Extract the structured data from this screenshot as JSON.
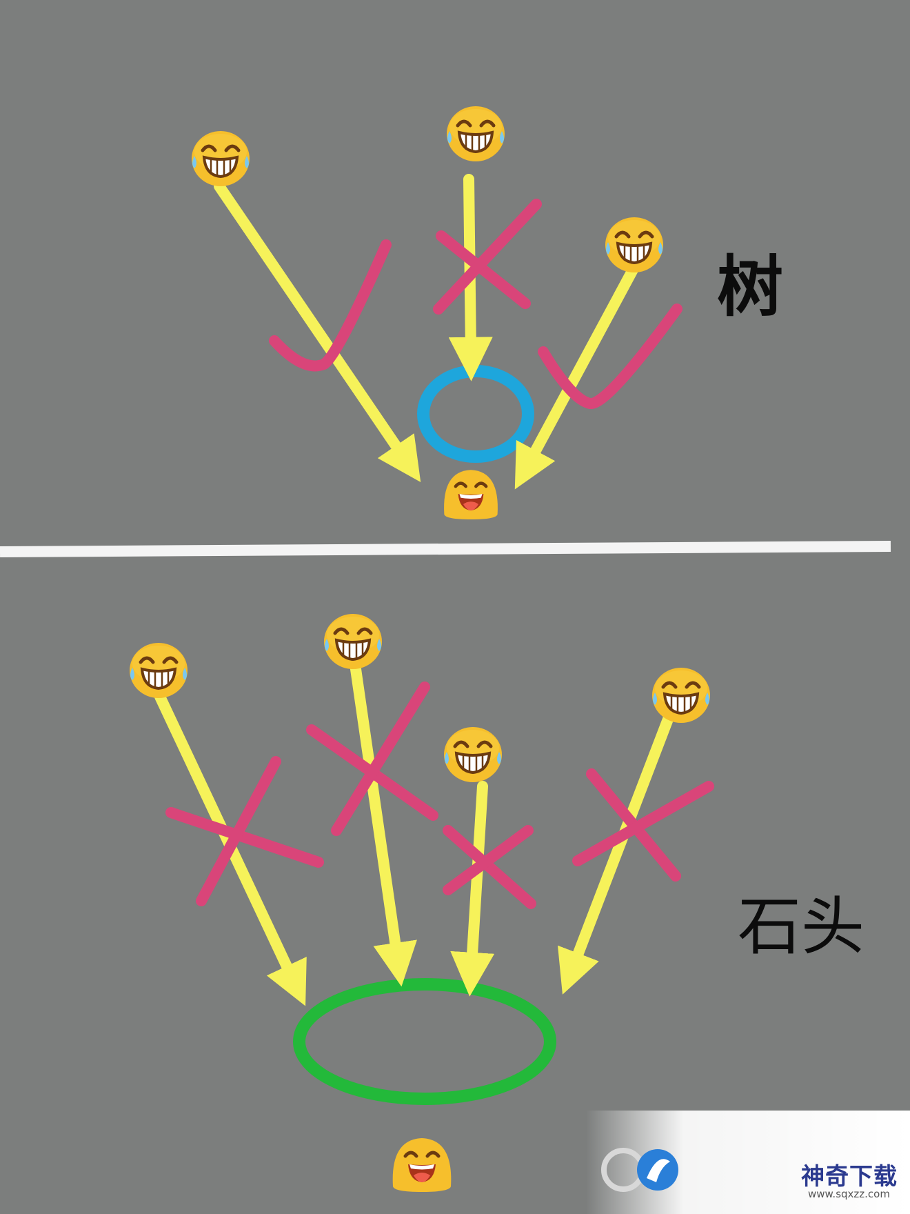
{
  "labels": {
    "tree": "树",
    "stone": "石头"
  },
  "watermark": {
    "brand": "神奇下载",
    "url": "www.sqxzz.com"
  },
  "colors": {
    "background": "#7c7e7d",
    "divider": "#f4f4f4",
    "arrow": "#f6f25a",
    "check_cross": "#d94579",
    "tree_target_ring": "#1ea6dc",
    "stone_target_ring": "#23b93a",
    "emoji_face": "#f6bf2c"
  },
  "icons": {
    "grin": "grinning-face-with-tears-emoji",
    "happy": "smiling-face-emoji",
    "check": "check-mark",
    "cross": "cross-mark",
    "watermark_logo": "sqxzz-logo-icon"
  }
}
